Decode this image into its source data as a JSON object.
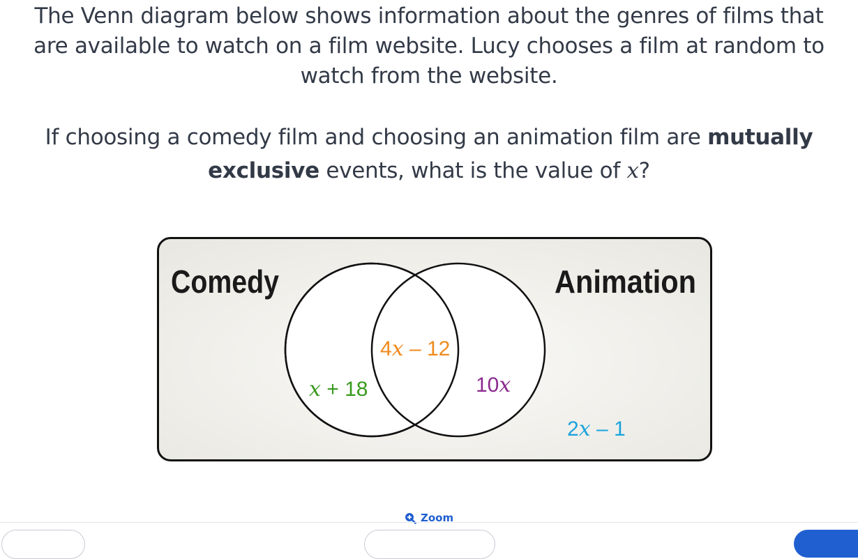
{
  "question": {
    "para1": "The Venn diagram below shows information about the genres of films that are available to watch on a film website. Lucy chooses a film at random to watch from the website.",
    "para2_before": "If choosing a comedy film and choosing an animation film are ",
    "para2_bold": "mutually exclusive",
    "para2_after": " events, what is the value of ",
    "para2_var": "x",
    "para2_end": "?"
  },
  "venn": {
    "left_set_label": "Comedy",
    "right_set_label": "Animation",
    "regions": {
      "comedy_only": {
        "coef": "x",
        "rest": " + 18",
        "color": "#3a9a1f"
      },
      "intersection": {
        "lead": "4",
        "coef": "x",
        "rest": " – 12",
        "color": "#f08a1c"
      },
      "animation_only": {
        "lead": "10",
        "coef": "x",
        "rest": "",
        "color": "#8c2a8f"
      },
      "neither": {
        "lead": "2",
        "coef": "x",
        "rest": " – 1",
        "color": "#1aa3dc"
      }
    }
  },
  "toolbar": {
    "zoom_label": "Zoom"
  },
  "colors": {
    "accent": "#1f5fd0",
    "box_fill": "#efeee9",
    "text": "#333a47"
  }
}
